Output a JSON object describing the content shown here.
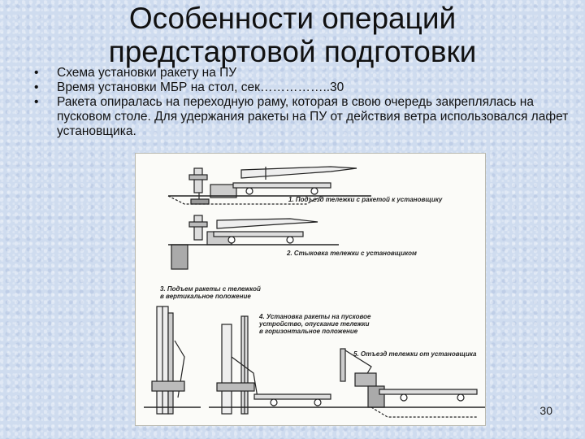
{
  "slide": {
    "title_line1": "Особенности операций",
    "title_line2": "предстартовой подготовки",
    "bullets": [
      "Схема установки ракету на ПУ",
      "Время установки МБР на стол, сек……………..30",
      "Ракета опиралась на переходную раму, которая в свою очередь закреплялась на пусковом столе. Для удержания ракеты на ПУ от действия ветра использовался лафет установщика."
    ],
    "captions": {
      "step1": "1. Подъезд тележки с ракетой к установщику",
      "step2": "2. Стыковка тележки с установщиком",
      "step3_line1": "3. Подъем ракеты с тележкой",
      "step3_line2": "в вертикальное положение",
      "step4_line1": "4. Установка ракеты на пусковое",
      "step4_line2": "устройство, опускание тележки",
      "step4_line3": "в горизонтальное положение",
      "step5": "5. Отъезд тележки от установщика"
    },
    "page_number": "30"
  }
}
